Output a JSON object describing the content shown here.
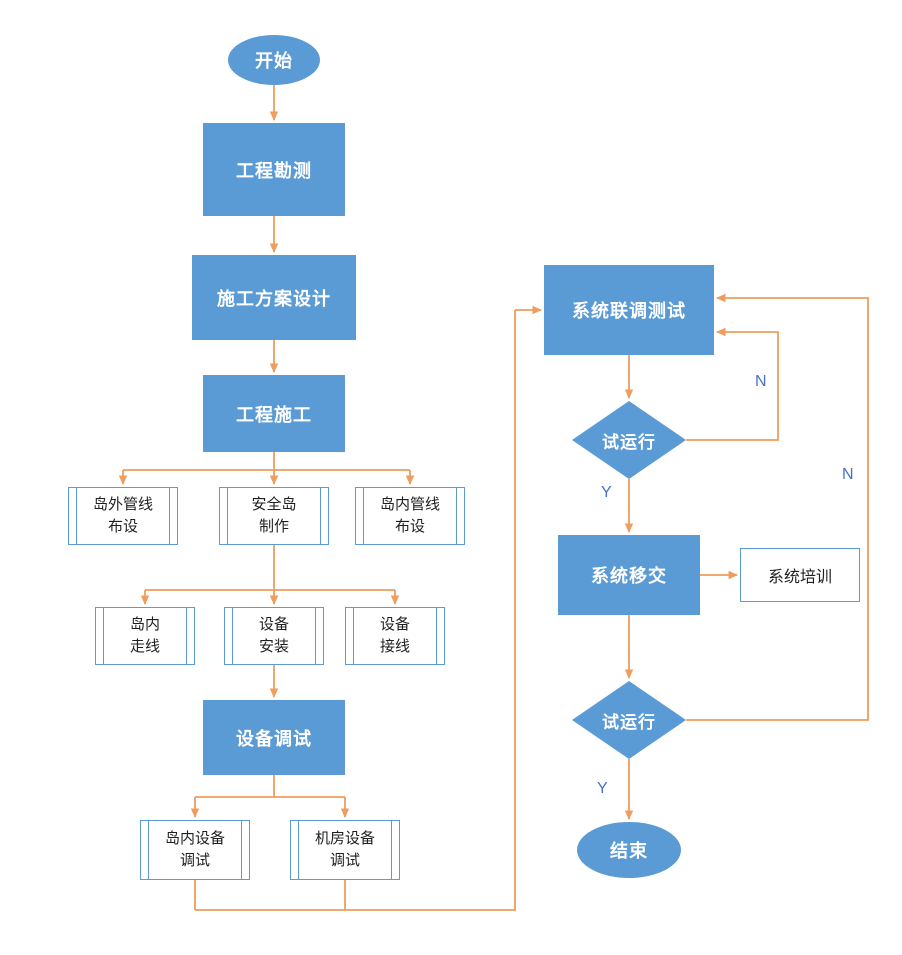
{
  "colors": {
    "background": "#ffffff",
    "node_fill": "#5b9bd5",
    "node_text": "#ffffff",
    "subnode_fill": "#ffffff",
    "subnode_border": "#5b9bd5",
    "subnode_text": "#1f1f1f",
    "arrow": "#ef9d5e",
    "branch_label": "#4472c4"
  },
  "nodes": {
    "start": "开始",
    "survey": "工程勘测",
    "design": "施工方案设计",
    "construction": "工程施工",
    "pipe_outside": "岛外管线\n布设",
    "island_build": "安全岛\n制作",
    "pipe_inside": "岛内管线\n布设",
    "wire_inside": "岛内\n走线",
    "equip_install": "设备\n安装",
    "equip_wiring": "设备\n接线",
    "equip_debug": "设备调试",
    "island_equip_debug": "岛内设备\n调试",
    "room_equip_debug": "机房设备\n调试",
    "joint_test": "系统联调测试",
    "trial_run_1": "试运行",
    "handover": "系统移交",
    "training": "系统培训",
    "trial_run_2": "试运行",
    "end": "结束"
  },
  "branch_labels": {
    "trial1_no": "N",
    "trial1_yes": "Y",
    "trial2_no": "N",
    "trial2_yes": "Y"
  }
}
